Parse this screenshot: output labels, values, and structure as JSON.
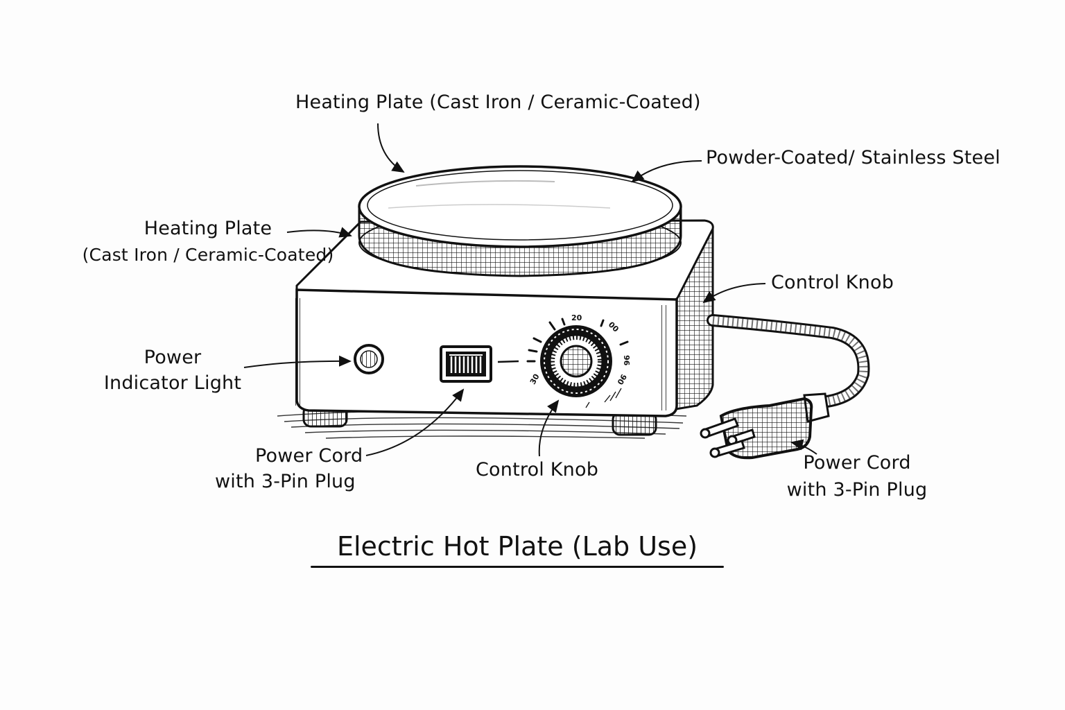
{
  "diagram": {
    "title": "Electric Hot Plate (Lab Use)",
    "labels": {
      "top_heating_plate": "Heating Plate  (Cast Iron / Ceramic-Coated)",
      "body_material": "Powder-Coated/ Stainless Steel",
      "left_heating_plate_line1": "Heating Plate",
      "left_heating_plate_line2": "(Cast Iron / Ceramic-Coated)",
      "right_control_knob": "Control Knob",
      "power_indicator_line1": "Power",
      "power_indicator_line2": "Indicator Light",
      "bottom_power_cord_line1": "Power Cord",
      "bottom_power_cord_line2": "with 3-Pin Plug",
      "bottom_control_knob": "Control Knob",
      "right_power_cord_line1": "Power Cord",
      "right_power_cord_line2": "with 3-Pin Plug"
    },
    "dial_numbers": [
      "20",
      "00",
      "96",
      "90",
      "30"
    ],
    "colors": {
      "ink": "#111111",
      "paper": "#fdfdfd",
      "shade": "#d9d9d9"
    }
  }
}
